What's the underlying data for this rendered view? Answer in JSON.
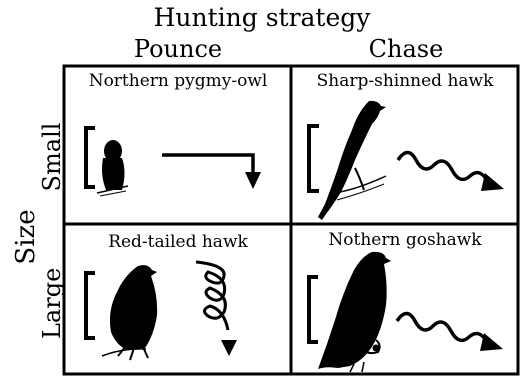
{
  "title": "Hunting strategy",
  "columns": [
    "Pounce",
    "Chase"
  ],
  "axis_label": "Size",
  "rows": [
    "Small",
    "Large"
  ],
  "cells": [
    {
      "label": "Northern pygmy-owl",
      "strategy": "Pounce",
      "size": "Small",
      "bird_icon": "owl-silhouette",
      "motion_icon": "straight-arrow-drop"
    },
    {
      "label": "Sharp-shinned hawk",
      "strategy": "Chase",
      "size": "Small",
      "bird_icon": "hawk-silhouette",
      "motion_icon": "wavy-arrow"
    },
    {
      "label": "Red-tailed hawk",
      "strategy": "Pounce",
      "size": "Large",
      "bird_icon": "hawk-silhouette",
      "motion_icon": "spiral-arrow"
    },
    {
      "label": "Nothern goshawk",
      "strategy": "Chase",
      "size": "Large",
      "bird_icon": "hawk-silhouette",
      "motion_icon": "wavy-arrow"
    }
  ]
}
